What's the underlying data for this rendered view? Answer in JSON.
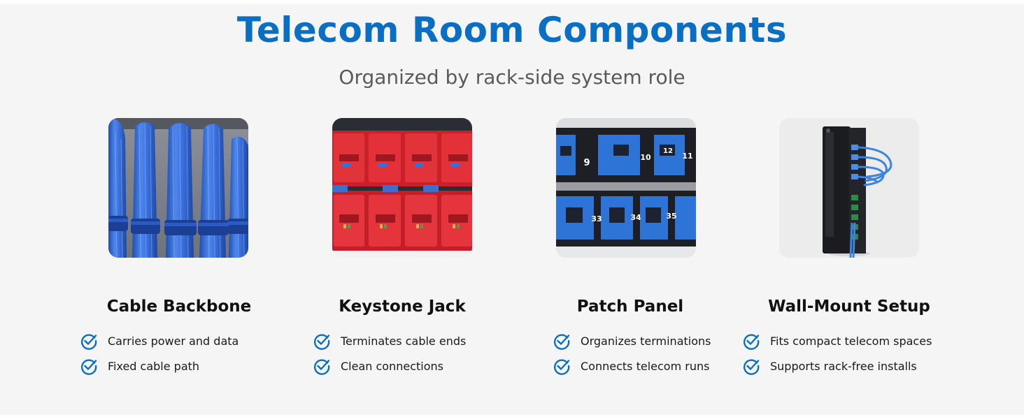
{
  "header": {
    "title": "Telecom Room Components",
    "subtitle": "Organized by rack-side system role"
  },
  "colors": {
    "title": "#0a6fc2",
    "check": "#0a6fc2",
    "background": "#f5f5f5"
  },
  "check_icon": "check-circle-icon",
  "cards": [
    {
      "title": "Cable Backbone",
      "image": "blue-cable-bundle-photo",
      "features": [
        "Carries power and data",
        "Fixed cable path"
      ]
    },
    {
      "title": "Keystone Jack",
      "image": "red-keystone-jacks-photo",
      "features": [
        "Terminates cable ends",
        "Clean connections"
      ]
    },
    {
      "title": "Patch Panel",
      "image": "blue-patch-panel-ports-photo",
      "port_numbers": [
        "9",
        "10",
        "11",
        "12",
        "33",
        "34",
        "35"
      ],
      "features": [
        "Organizes terminations",
        "Connects telecom runs"
      ]
    },
    {
      "title": "Wall-Mount Setup",
      "image": "wall-mount-bracket-photo",
      "features": [
        "Fits compact telecom spaces",
        "Supports rack-free installs"
      ]
    }
  ]
}
